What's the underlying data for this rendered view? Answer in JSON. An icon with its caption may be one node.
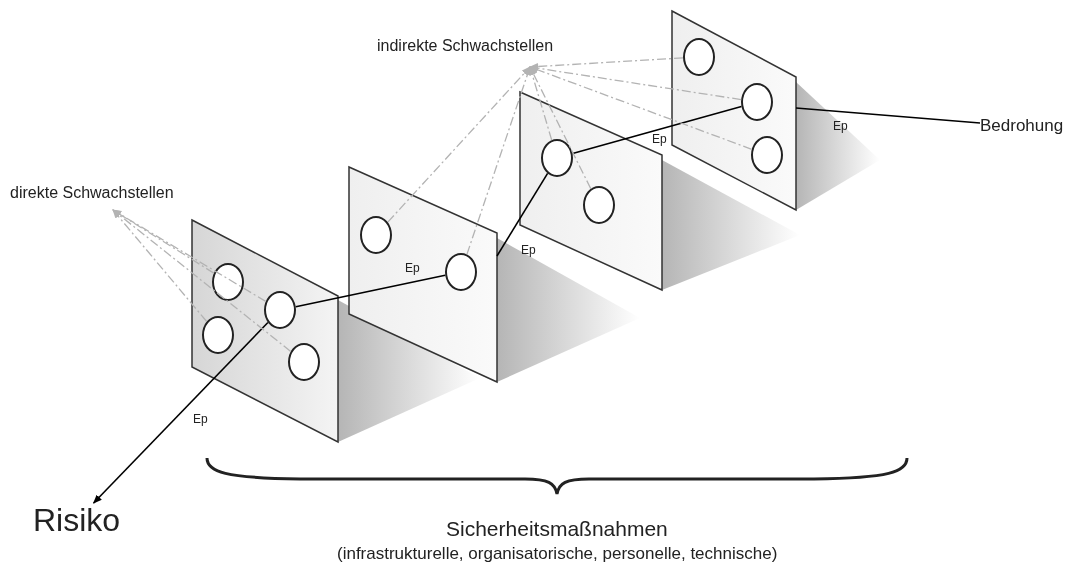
{
  "diagram": {
    "nodes": [
      {
        "text": [
          "direkte Schwachstellen"
        ]
      },
      {
        "text": [
          "indirekte Schwachstellen"
        ]
      },
      {
        "text": [
          "Bedrohung"
        ]
      },
      {
        "text": [
          "Risiko"
        ]
      },
      {
        "text": [],
        "shape": "box"
      },
      {
        "text": [],
        "shape": "circle",
        "in": 4
      },
      {
        "text": [],
        "shape": "circle",
        "in": 4
      },
      {
        "text": [],
        "shape": "circle",
        "in": 4
      },
      {
        "text": [],
        "shape": "circle",
        "in": 4
      },
      {
        "text": [],
        "shape": "box"
      },
      {
        "text": [],
        "shape": "circle",
        "in": 9
      },
      {
        "text": [],
        "shape": "circle",
        "in": 9
      },
      {
        "text": [],
        "shape": "box"
      },
      {
        "text": [],
        "shape": "circle",
        "in": 12
      },
      {
        "text": [],
        "shape": "circle",
        "in": 12
      },
      {
        "text": [],
        "shape": "box"
      },
      {
        "text": [],
        "shape": "circle",
        "in": 15
      },
      {
        "text": [],
        "shape": "circle",
        "in": 15
      },
      {
        "text": [],
        "shape": "circle",
        "in": 15
      }
    ],
    "edges": [
      {
        "from": 2,
        "to": 15,
        "arrow": "none",
        "label": "Ep",
        "color": "#000000"
      },
      {
        "from": 17,
        "to": 13,
        "arrow": "none",
        "label": "Ep",
        "color": "#000000"
      },
      {
        "from": 13,
        "to": 9,
        "arrow": "none",
        "label": "Ep",
        "color": "#000000"
      },
      {
        "from": 11,
        "to": 7,
        "arrow": "none",
        "label": "Ep",
        "color": "#000000"
      },
      {
        "from": 7,
        "to": 3,
        "arrow": "to",
        "label": "Ep",
        "color": "#000000"
      },
      {
        "from": 5,
        "to": 0,
        "arrow": "to",
        "style": "dashed"
      },
      {
        "from": 6,
        "to": 0,
        "arrow": "to",
        "style": "dashed"
      },
      {
        "from": 7,
        "to": 0,
        "arrow": "to",
        "style": "dashed"
      },
      {
        "from": 8,
        "to": 0,
        "arrow": "to",
        "style": "dashed"
      },
      {
        "from": 10,
        "to": 1,
        "arrow": "to",
        "style": "dashed"
      },
      {
        "from": 11,
        "to": 1,
        "arrow": "to",
        "style": "dashed"
      },
      {
        "from": 13,
        "to": 1,
        "arrow": "to",
        "style": "dashed"
      },
      {
        "from": 14,
        "to": 1,
        "arrow": "to",
        "style": "dashed"
      },
      {
        "from": 16,
        "to": 1,
        "arrow": "to",
        "style": "dashed"
      },
      {
        "from": 17,
        "to": 1,
        "arrow": "to",
        "style": "dashed"
      },
      {
        "from": 18,
        "to": 1,
        "arrow": "to",
        "style": "dashed"
      }
    ],
    "labels": [
      "Sicherheitsmaßnahmen",
      "(infrastrukturelle, organisatorische, personelle, technische)"
    ]
  }
}
